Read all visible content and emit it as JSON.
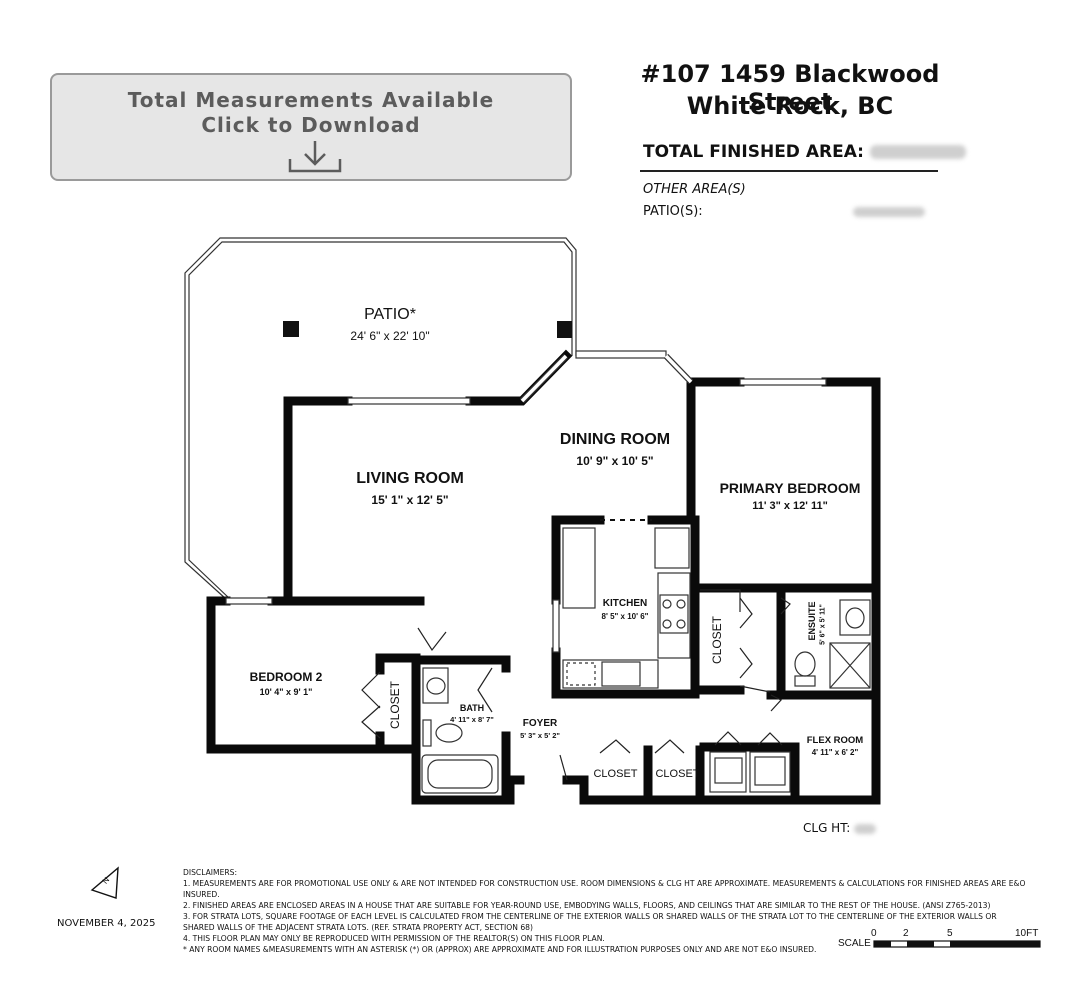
{
  "download": {
    "line1": "Total Measurements Available",
    "line2": "Click to Download",
    "icon": "download-icon"
  },
  "header": {
    "address_line1": "#107 1459 Blackwood Street",
    "address_line2": "White Rock, BC",
    "total_finished_area_label": "TOTAL FINISHED AREA:",
    "other_areas_label": "OTHER AREA(S)",
    "patios_label": "PATIO(S):"
  },
  "rooms": {
    "patio": {
      "name": "PATIO*",
      "dims": "24' 6\" x 22' 10\""
    },
    "living": {
      "name": "LIVING ROOM",
      "dims": "15' 1\" x 12' 5\""
    },
    "dining": {
      "name": "DINING ROOM",
      "dims": "10' 9\" x 10' 5\""
    },
    "primary": {
      "name": "PRIMARY BEDROOM",
      "dims": "11' 3\" x 12' 11\""
    },
    "kitchen": {
      "name": "KITCHEN",
      "dims": "8' 5\" x 10' 6\""
    },
    "ensuite": {
      "name": "ENSUITE",
      "dims": "5' 6\" x 5' 11\""
    },
    "bedroom2": {
      "name": "BEDROOM 2",
      "dims": "10' 4\" x 9' 1\""
    },
    "bath": {
      "name": "BATH",
      "dims": "4' 11\" x 8' 7\""
    },
    "foyer": {
      "name": "FOYER",
      "dims": "5' 3\" x 5' 2\""
    },
    "flex": {
      "name": "FLEX ROOM",
      "dims": "4' 11\" x 6' 2\""
    },
    "closet": "CLOSET"
  },
  "clg_ht_label": "CLG HT:",
  "date": "NOVEMBER 4, 2025",
  "disclaimers": {
    "title": "DISCLAIMERS:",
    "lines": [
      "1. MEASUREMENTS ARE FOR PROMOTIONAL USE ONLY & ARE NOT INTENDED FOR CONSTRUCTION USE. ROOM DIMENSIONS & CLG HT ARE APPROXIMATE. MEASUREMENTS & CALCULATIONS FOR FINISHED AREAS ARE E&O INSURED.",
      "2. FINISHED AREAS ARE ENCLOSED AREAS IN A HOUSE THAT ARE SUITABLE FOR YEAR-ROUND USE, EMBODYING WALLS, FLOORS, AND CEILINGS THAT ARE SIMILAR TO THE REST OF THE HOUSE. (ANSI Z765-2013)",
      "3. FOR STRATA LOTS, SQUARE FOOTAGE OF EACH LEVEL IS CALCULATED FROM THE CENTERLINE OF THE EXTERIOR WALLS OR SHARED WALLS OF THE STRATA LOT TO THE CENTERLINE OF THE EXTERIOR WALLS OR",
      "SHARED WALLS OF THE ADJACENT STRATA LOTS. (REF. STRATA PROPERTY ACT, SECTION 68)",
      "4. THIS FLOOR PLAN MAY ONLY BE REPRODUCED WITH PERMISSION OF THE REALTOR(S) ON THIS FLOOR PLAN.",
      "* ANY ROOM NAMES  &MEASUREMENTS WITH AN ASTERISK (*) OR (APPROX) ARE APPROXIMATE AND FOR ILLUSTRATION PURPOSES ONLY AND ARE NOT E&O INSURED."
    ]
  },
  "scale": {
    "label": "SCALE",
    "ticks": [
      "0",
      "2",
      "5",
      "10FT"
    ]
  },
  "north_label": "N"
}
